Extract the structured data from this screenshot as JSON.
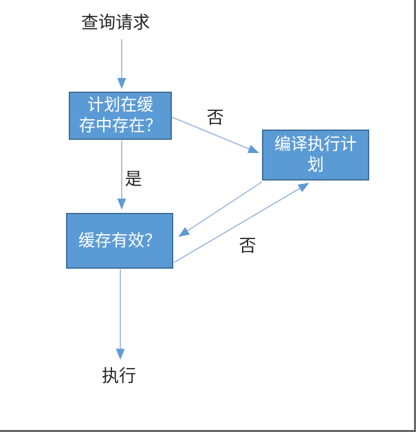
{
  "page": {
    "background_color": "#ffffff",
    "frame_shadow_color": "#6a6a6a"
  },
  "diagram": {
    "type": "flowchart",
    "colors": {
      "node_fill": "#5B9BD5",
      "node_border": "#41719C",
      "node_text": "#ffffff",
      "connector_line": "#9AB5DC",
      "arrowhead": "#5E9BD5",
      "label_text": "#262626"
    },
    "start_label": "查询请求",
    "nodes": [
      {
        "id": "plan-in-cache",
        "label": "计划在缓\n存中存在？"
      },
      {
        "id": "compile-plan",
        "label": "编译执行计\n划"
      },
      {
        "id": "cache-valid",
        "label": "缓存有效？"
      }
    ],
    "edge_labels": {
      "no_top": "否",
      "yes": "是",
      "no_bottom": "否"
    },
    "edges": [
      {
        "from": "start",
        "to": "plan-in-cache",
        "label": ""
      },
      {
        "from": "plan-in-cache",
        "to": "compile-plan",
        "label": "否"
      },
      {
        "from": "plan-in-cache",
        "to": "cache-valid",
        "label": "是"
      },
      {
        "from": "compile-plan",
        "to": "cache-valid",
        "label": ""
      },
      {
        "from": "cache-valid",
        "to": "compile-plan",
        "label": "否"
      },
      {
        "from": "cache-valid",
        "to": "end",
        "label": ""
      }
    ],
    "end_label": "执行"
  }
}
